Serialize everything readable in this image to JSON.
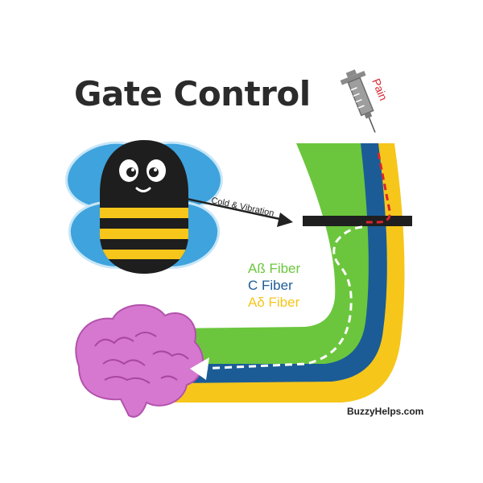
{
  "title": "Gate Control",
  "pain_label": "Pain",
  "stimulus_label": "Cold & Vibration",
  "legend": [
    {
      "label": "Aß Fiber",
      "color": "#6bc63d"
    },
    {
      "label": "C Fiber",
      "color": "#1b5c97"
    },
    {
      "label": "Aδ Fiber",
      "color": "#f6c61b"
    }
  ],
  "footer": "BuzzyHelps.com",
  "colors": {
    "green_fiber": "#6bc63d",
    "blue_fiber": "#1b5c97",
    "yellow_fiber": "#f6c61b",
    "gate": "#1f1f1f",
    "pain_signal": "#d8262e",
    "brain": "#d678d0",
    "bee_body": "#1e1e1e",
    "bee_stripe": "#f6c61b",
    "bee_wing": "#3fa3dd"
  },
  "icons": {
    "bee": "bee-mascot-icon",
    "syringe": "syringe-icon",
    "brain": "brain-icon",
    "gate": "gate-bar-icon"
  }
}
